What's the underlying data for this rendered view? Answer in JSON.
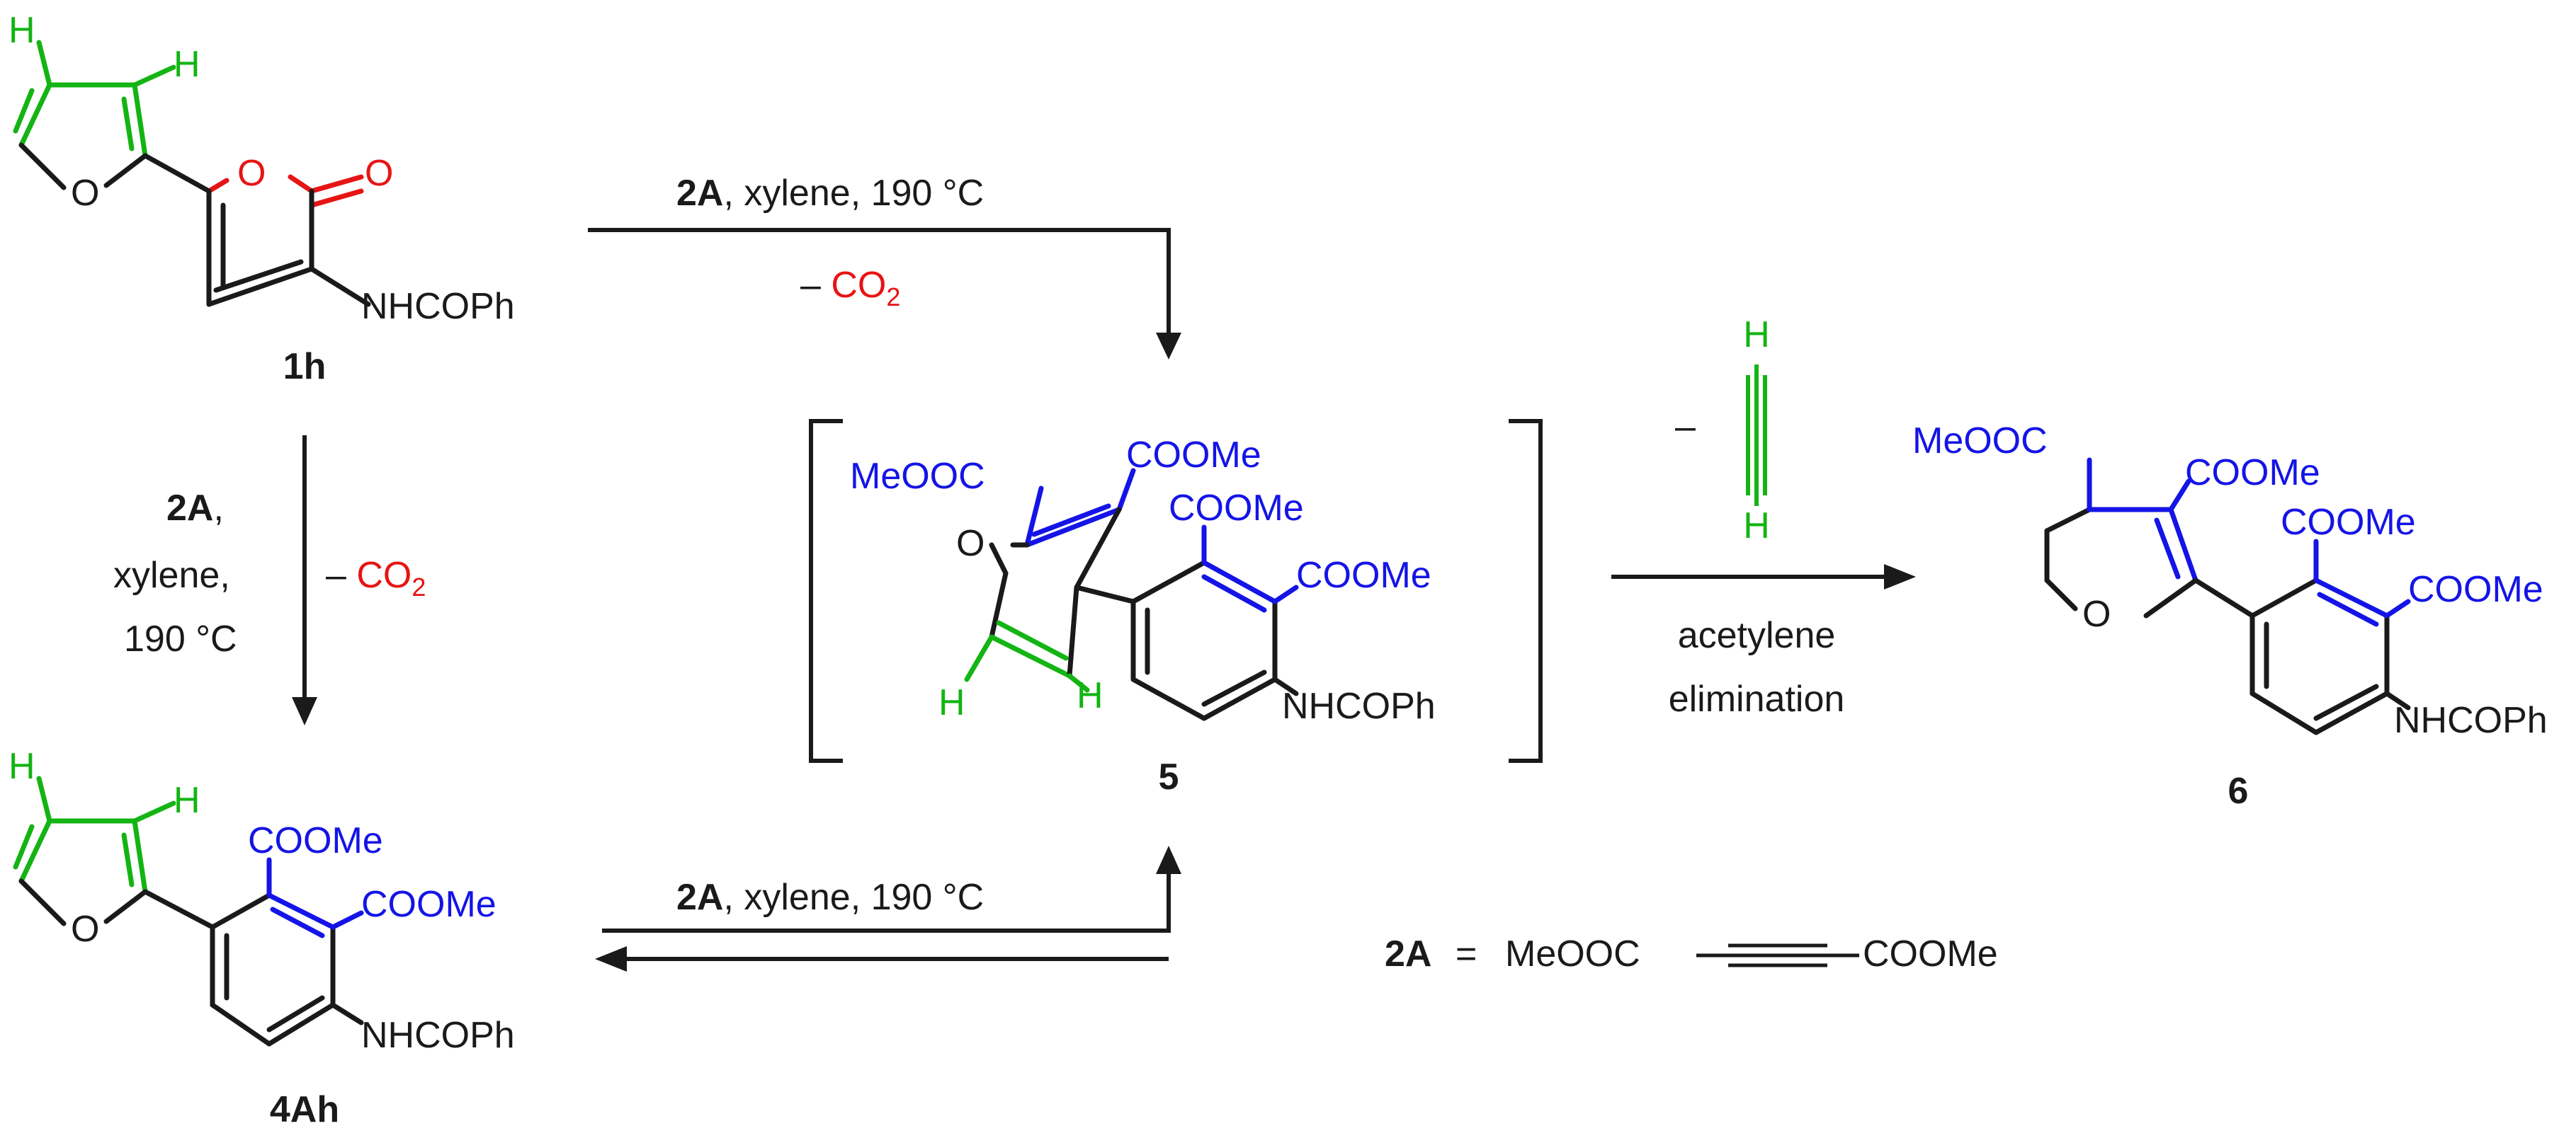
{
  "colors": {
    "black": "#1a1a1a",
    "blue": "#1414e6",
    "green": "#13b413",
    "red": "#e61414"
  },
  "compounds": {
    "c1h": {
      "id": "1h",
      "atoms": {
        "h1": "H",
        "h2": "H",
        "o_furan": "O",
        "o_ring": "O",
        "o_carbonyl": "O",
        "sub": "NHCOPh"
      }
    },
    "c4ah": {
      "id": "4Ah",
      "atoms": {
        "h1": "H",
        "h2": "H",
        "o_furan": "O",
        "ester1": "COOMe",
        "ester2": "COOMe",
        "sub": "NHCOPh"
      }
    },
    "c5": {
      "id": "5",
      "atoms": {
        "ester_left": "MeOOC",
        "ester_top": "COOMe",
        "ester_ar1": "COOMe",
        "ester_ar2": "COOMe",
        "o_bridge": "O",
        "h1": "H",
        "h2": "H",
        "sub": "NHCOPh"
      }
    },
    "c6": {
      "id": "6",
      "atoms": {
        "ester_left": "MeOOC",
        "ester_top": "COOMe",
        "ester_ar1": "COOMe",
        "ester_ar2": "COOMe",
        "o_furan": "O",
        "sub": "NHCOPh"
      }
    }
  },
  "reactions": {
    "top": {
      "reagent": "2A",
      "conditions": ", xylene, 190 °C",
      "loss_minus": "– ",
      "loss_co2": "CO",
      "loss_sub": "2"
    },
    "left": {
      "reagent": "2A",
      "comma": ",",
      "solvent": "xylene,",
      "temp": "190 °C",
      "loss_minus": "– ",
      "loss_co2": "CO",
      "loss_sub": "2"
    },
    "bottom": {
      "reagent": "2A",
      "conditions": ", xylene, 190 °C"
    },
    "right": {
      "minus": "–",
      "h_top": "H",
      "h_bottom": "H",
      "label1": "acetylene",
      "label2": "elimination"
    }
  },
  "legend": {
    "reagent": "2A",
    "equals": "=",
    "left": "MeOOC",
    "right": "COOMe"
  }
}
